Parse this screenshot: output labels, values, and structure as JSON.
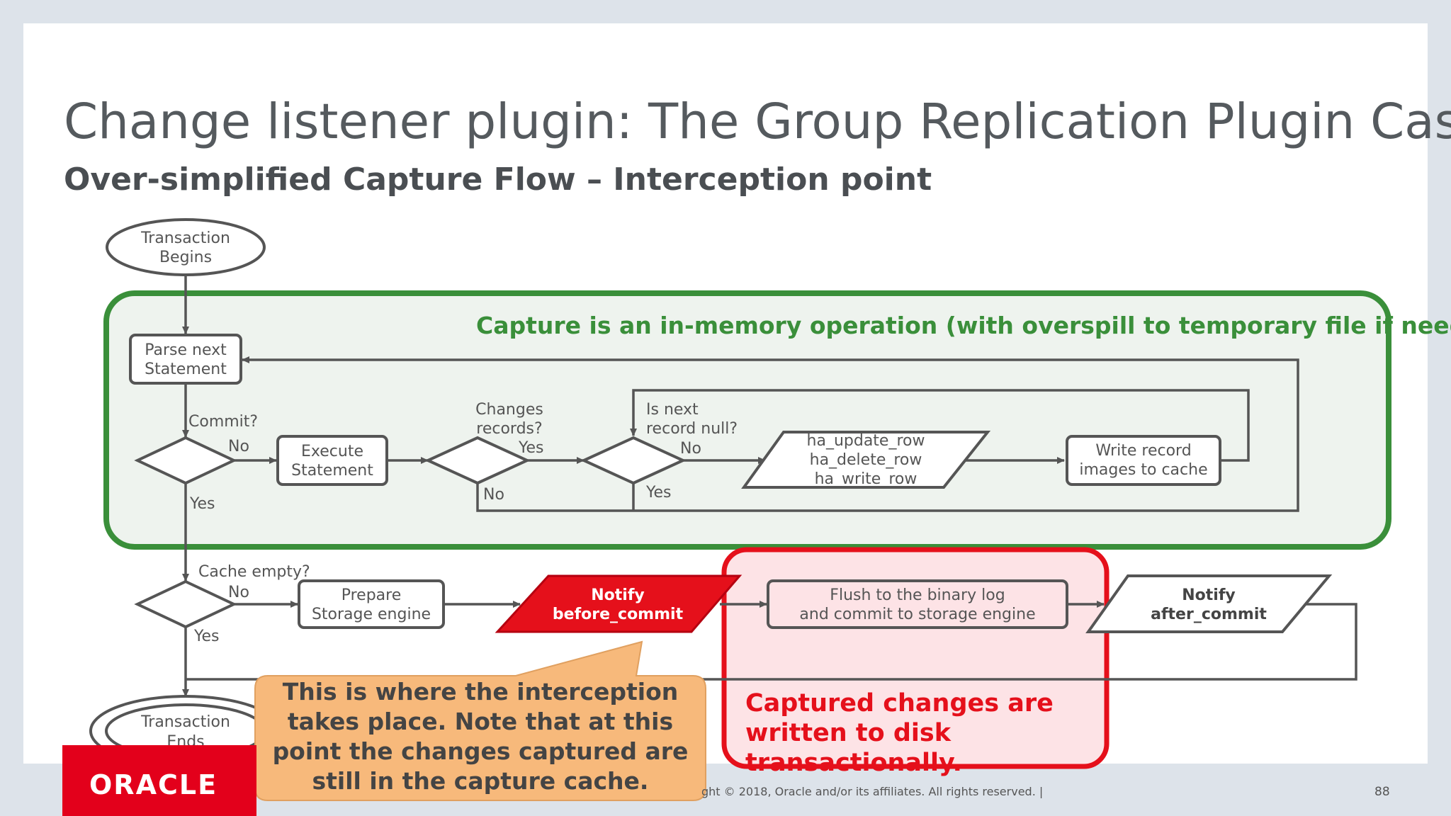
{
  "slide": {
    "title": "Change listener plugin: The Group Replication Plugin Case",
    "subtitle": "Over-simplified Capture Flow – Interception point",
    "footer": "ght © 2018, Oracle and/or its affiliates. All rights reserved.  |",
    "page_number": "88",
    "logo_text": "ORACLE"
  },
  "colors": {
    "capture_green": "#3a8f3a",
    "capture_fill": "#eef3ee",
    "highlight_red": "#e5101b",
    "highlight_fill": "#fde3e6",
    "callout_fill": "#f7b97b",
    "node_stroke": "#555555"
  },
  "capture_region": {
    "label": "Capture is an in-memory operation (with overspill to temporary file if needed)."
  },
  "nodes": {
    "tx_begins": [
      "Transaction",
      "Begins"
    ],
    "parse_next": [
      "Parse next",
      "Statement"
    ],
    "execute": [
      "Execute",
      "Statement"
    ],
    "handlers": [
      "ha_update_row",
      "ha_delete_row",
      "ha_write_row"
    ],
    "write_cache": [
      "Write record",
      "images to cache"
    ],
    "prepare": [
      "Prepare",
      "Storage engine"
    ],
    "notify_before": [
      "Notify",
      "before_commit"
    ],
    "flush": [
      "Flush to the binary log",
      "and commit to storage engine"
    ],
    "notify_after": [
      "Notify",
      "after_commit"
    ],
    "tx_ends": [
      "Transaction",
      "Ends"
    ]
  },
  "decisions": {
    "commit_q": "Commit?",
    "changes_q": [
      "Changes",
      "records?"
    ],
    "next_null_q": [
      "Is next",
      "record null?"
    ],
    "cache_empty_q": "Cache empty?"
  },
  "edge_labels": {
    "commit_no": "No",
    "commit_yes": "Yes",
    "changes_yes": "Yes",
    "changes_no": "No",
    "null_no": "No",
    "null_yes": "Yes",
    "cache_no": "No",
    "cache_yes": "Yes"
  },
  "callout": {
    "text": "This is where the interception takes place. Note that at this point the changes captured are still in the capture cache."
  },
  "highlight": {
    "text": "Captured changes are written to disk transactionally."
  }
}
